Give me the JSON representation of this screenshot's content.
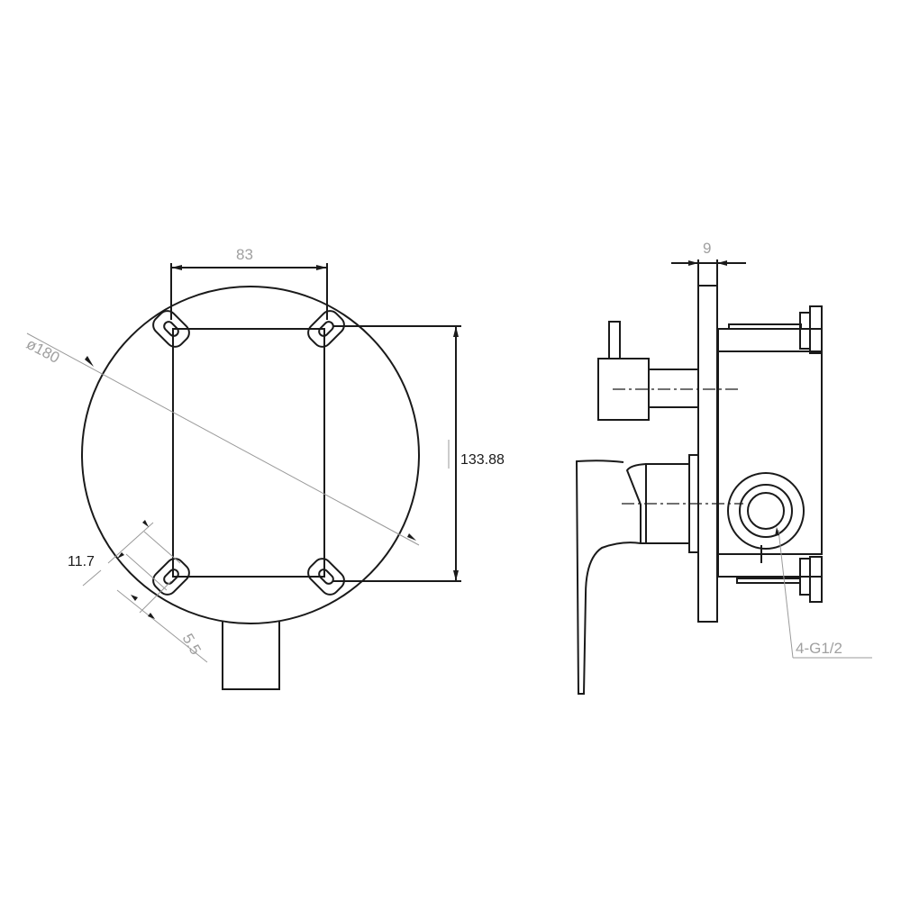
{
  "front_view": {
    "dim_width": "83",
    "dim_diameter": "ø180",
    "dim_height": "133.88",
    "dim_slot_length": "11.7",
    "dim_slot_width": "5.5"
  },
  "side_view": {
    "dim_plate_thickness": "9",
    "thread_note": "4-G1/2"
  },
  "colors": {
    "line": "#1a1a1a",
    "dimension": "#9a9a9a"
  }
}
